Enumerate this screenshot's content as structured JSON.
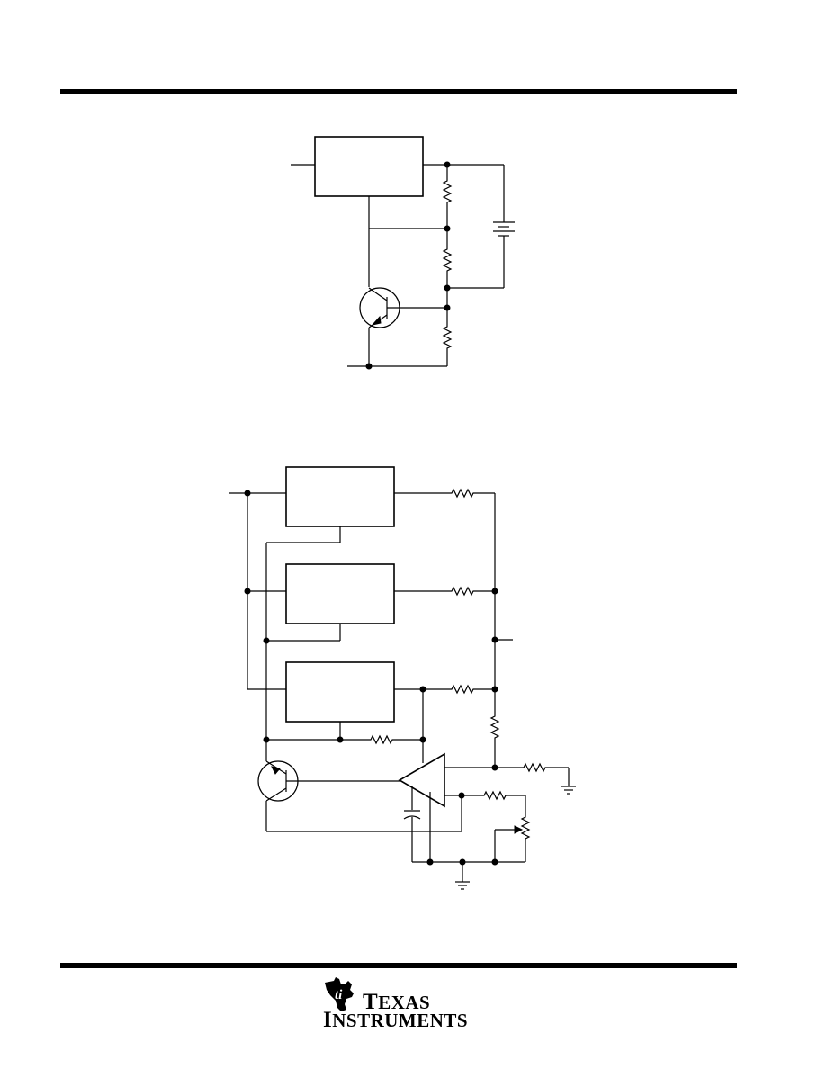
{
  "header": {
    "rule": "top"
  },
  "footer": {
    "logo": {
      "icon": "ti-logo-icon",
      "line1_first": "T",
      "line1_rest": "EXAS",
      "line2_first": "I",
      "line2_rest": "NSTRUMENTS"
    }
  },
  "colors": {
    "ink": "#000000",
    "paper": "#ffffff"
  }
}
